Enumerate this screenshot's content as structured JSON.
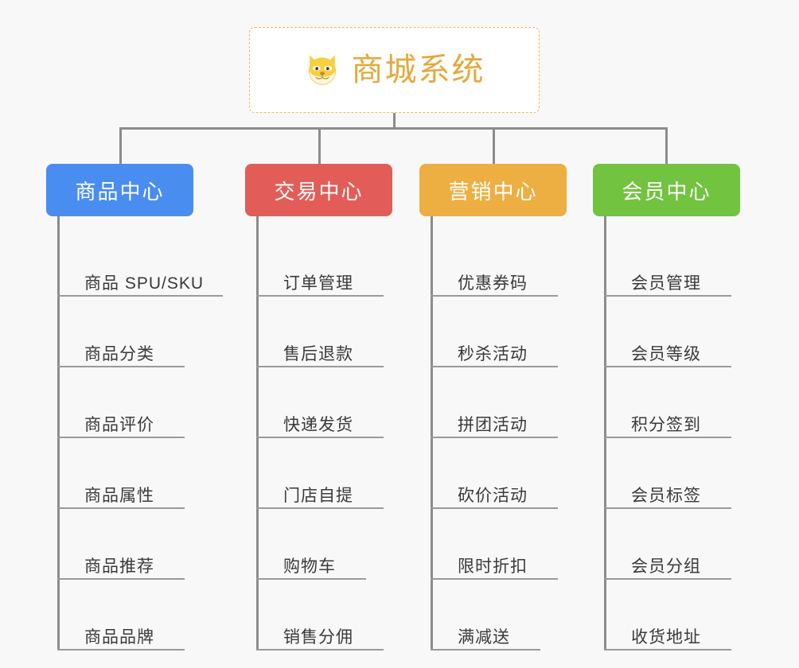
{
  "root": {
    "title": "商城系统",
    "icon": "shiba-dog-face-icon",
    "title_color": "#e3a93c",
    "border_color": "#e9b96b",
    "background": "#ffffff"
  },
  "canvas": {
    "background": "#f8f8f8",
    "connector_color": "#8c8c8c",
    "rule_color": "#9a9a9a",
    "item_text_color": "#3a3a3a"
  },
  "branches": [
    {
      "label": "商品中心",
      "color": "#4a8df0",
      "items": [
        {
          "label": "商品 SPU/SKU",
          "rule_width": 208
        },
        {
          "label": "商品分类",
          "rule_width": 160
        },
        {
          "label": "商品评价",
          "rule_width": 160
        },
        {
          "label": "商品属性",
          "rule_width": 160
        },
        {
          "label": "商品推荐",
          "rule_width": 160
        },
        {
          "label": "商品品牌",
          "rule_width": 160
        }
      ]
    },
    {
      "label": "交易中心",
      "color": "#e35d58",
      "items": [
        {
          "label": "订单管理",
          "rule_width": 160
        },
        {
          "label": "售后退款",
          "rule_width": 160
        },
        {
          "label": "快递发货",
          "rule_width": 160
        },
        {
          "label": "门店自提",
          "rule_width": 160
        },
        {
          "label": "购物车",
          "rule_width": 138
        },
        {
          "label": "销售分佣",
          "rule_width": 160
        }
      ]
    },
    {
      "label": "营销中心",
      "color": "#edaf41",
      "items": [
        {
          "label": "优惠券码",
          "rule_width": 160
        },
        {
          "label": "秒杀活动",
          "rule_width": 160
        },
        {
          "label": "拼团活动",
          "rule_width": 160
        },
        {
          "label": "砍价活动",
          "rule_width": 160
        },
        {
          "label": "限时折扣",
          "rule_width": 160
        },
        {
          "label": "满减送",
          "rule_width": 138
        }
      ]
    },
    {
      "label": "会员中心",
      "color": "#72c340",
      "items": [
        {
          "label": "会员管理",
          "rule_width": 160
        },
        {
          "label": "会员等级",
          "rule_width": 160
        },
        {
          "label": "积分签到",
          "rule_width": 160
        },
        {
          "label": "会员标签",
          "rule_width": 160
        },
        {
          "label": "会员分组",
          "rule_width": 160
        },
        {
          "label": "收货地址",
          "rule_width": 160
        }
      ]
    }
  ]
}
